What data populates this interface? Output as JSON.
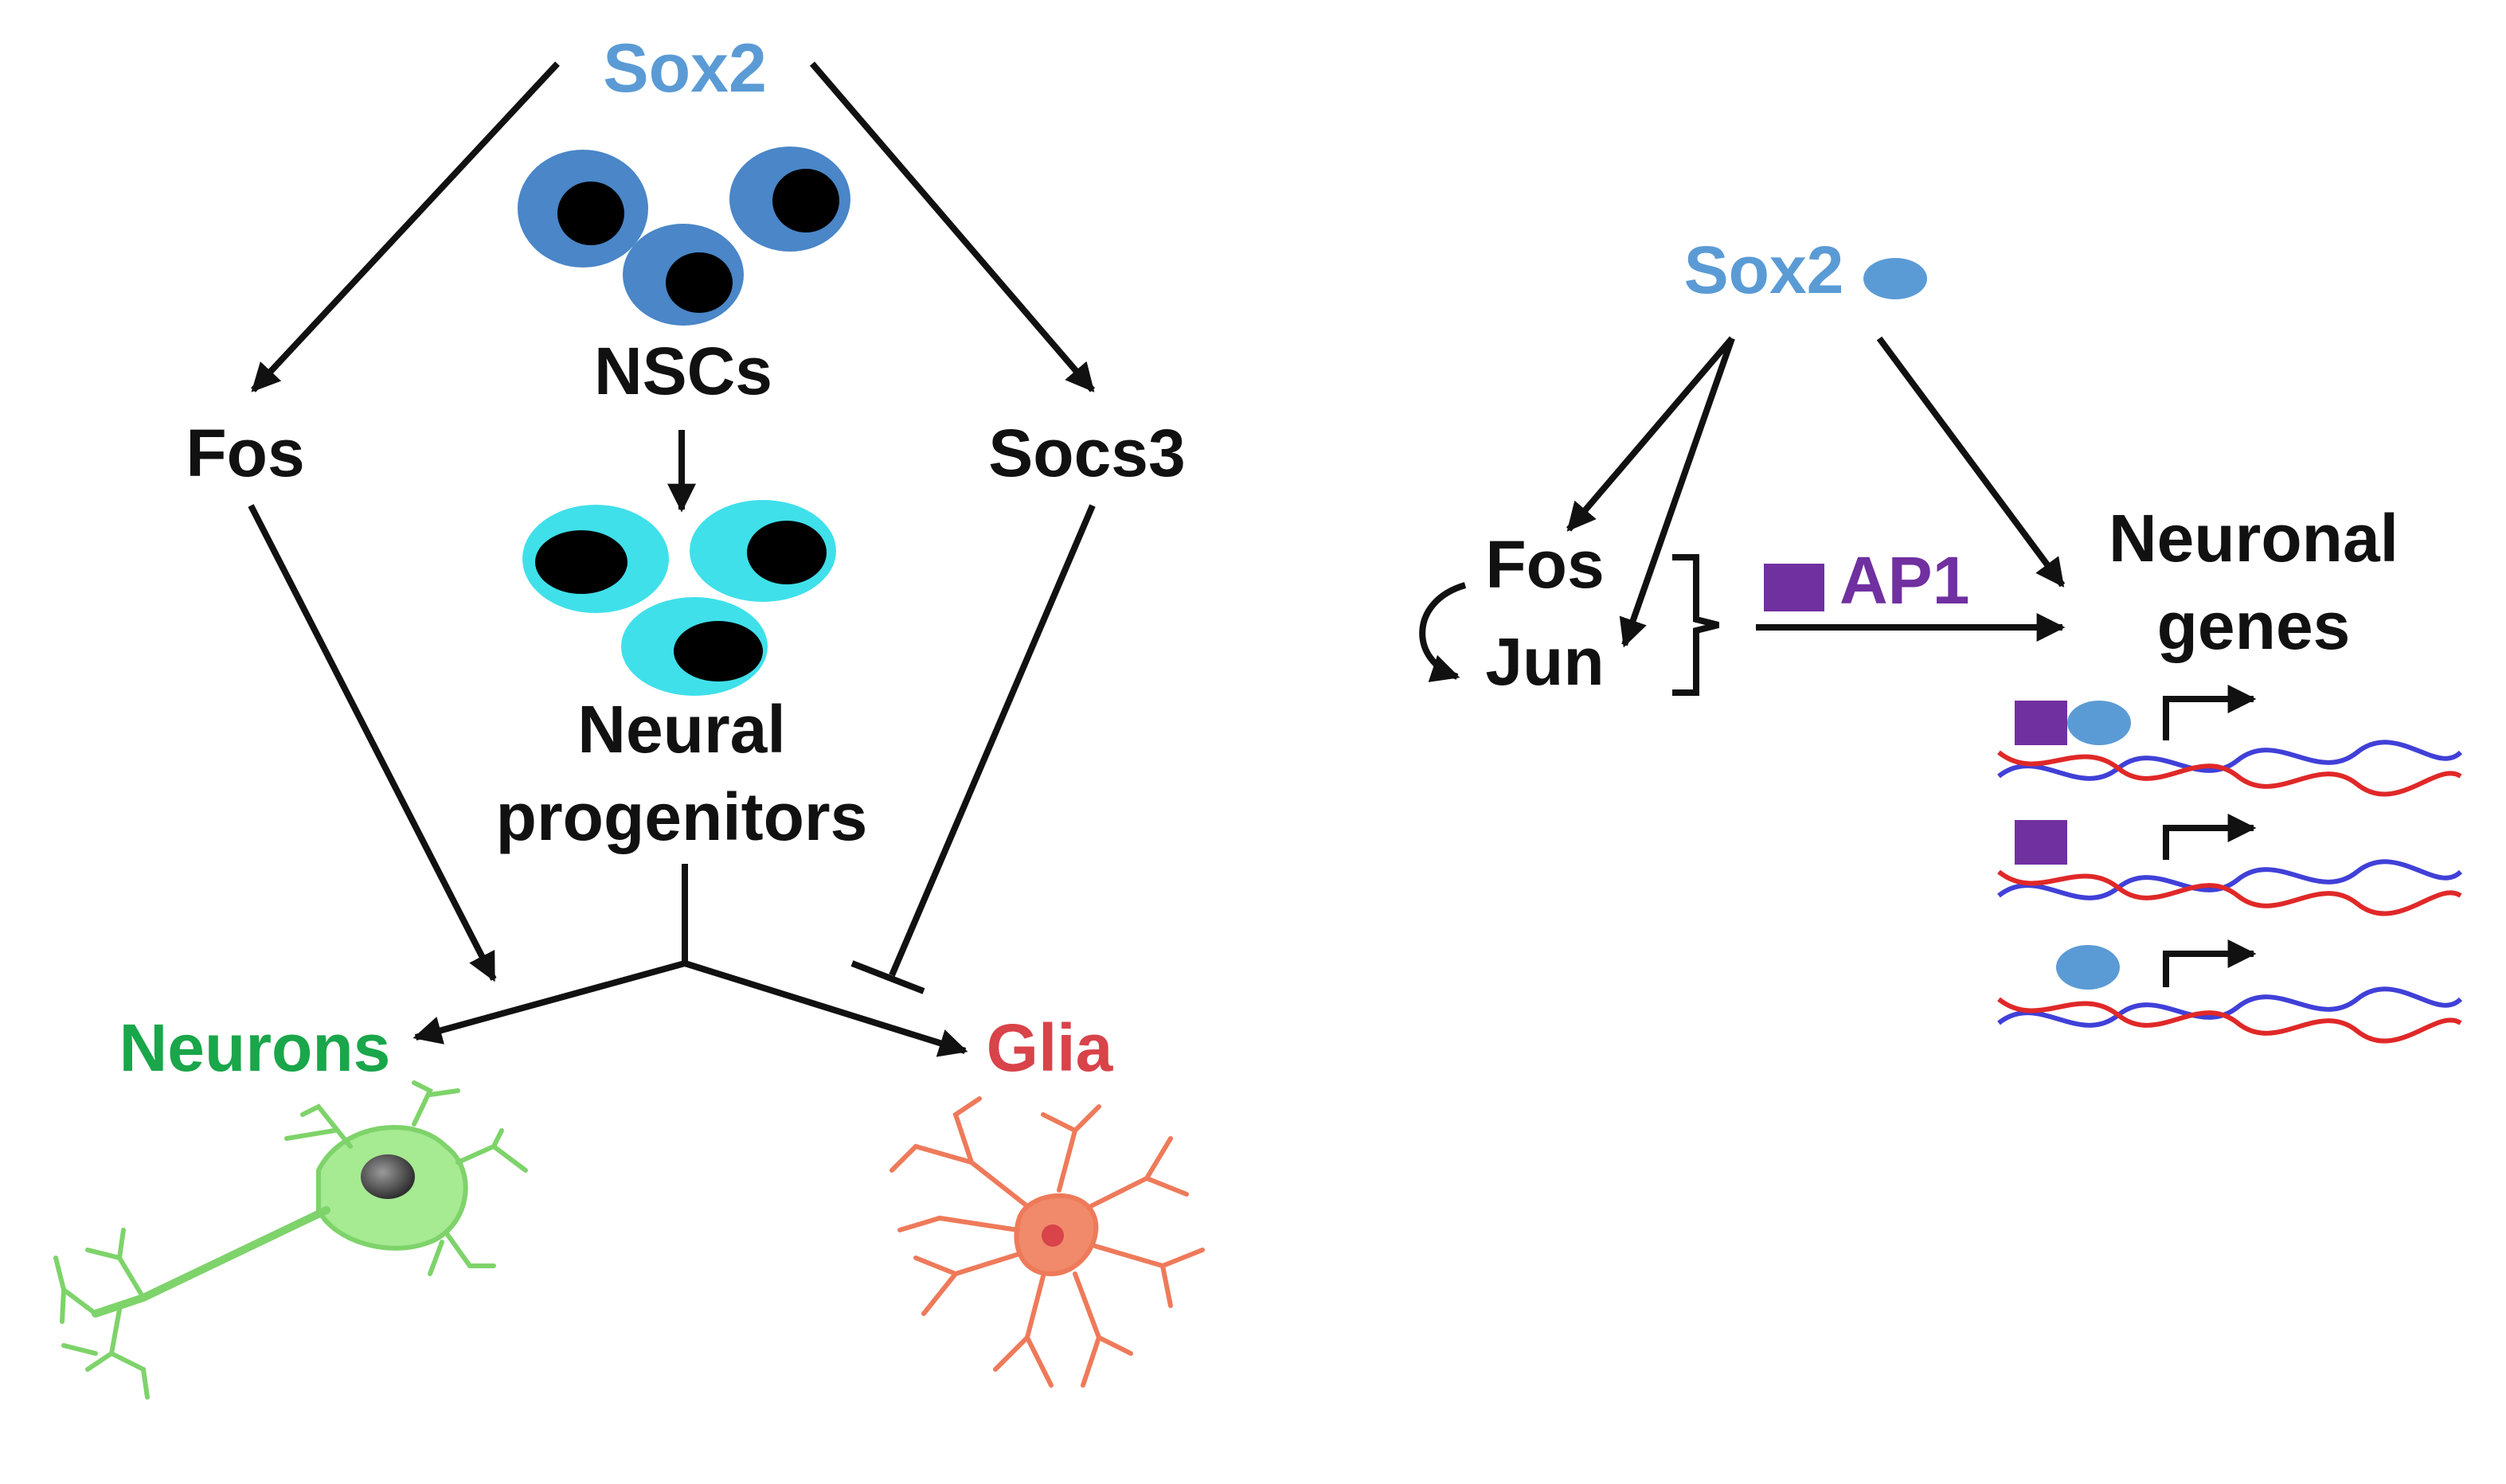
{
  "left_panel": {
    "top_label": "Sox2",
    "nsc_label": "NSCs",
    "progenitor_label_line1": "Neural",
    "progenitor_label_line2": "progenitors",
    "fos_label": "Fos",
    "socs3_label": "Socs3",
    "neurons_label": "Neurons",
    "glia_label": "Glia"
  },
  "right_panel": {
    "sox2_label": "Sox2",
    "fos_label": "Fos",
    "jun_label": "Jun",
    "ap1_label": "AP1",
    "target_label_line1": "Neuronal",
    "target_label_line2": "genes"
  },
  "colors": {
    "sox2": "#5b9bd5",
    "nsc_cell": "#4a86c8",
    "progenitor_cell": "#3fe0ea",
    "neurons": "#1aa64a",
    "neuron_fill": "#a6ea92",
    "glia": "#d9434a",
    "glia_fill": "#f08a6a",
    "ap1": "#7030a0",
    "dna_strand_a": "#e02828",
    "dna_strand_b": "#4040d8",
    "arrow": "#111111"
  }
}
